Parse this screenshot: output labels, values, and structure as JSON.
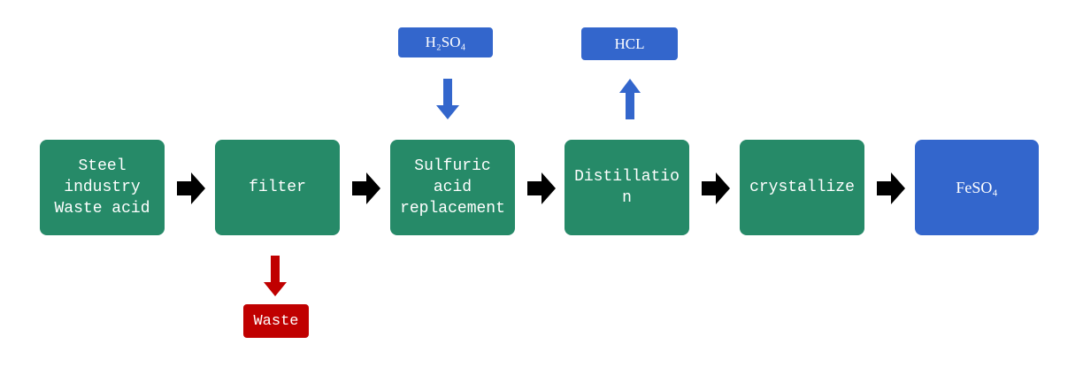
{
  "steps": [
    {
      "label": "Steel\nindustry\nWaste acid"
    },
    {
      "label": "filter"
    },
    {
      "label": "Sulfuric\nacid\nreplacement"
    },
    {
      "label": "Distillatio\nn"
    },
    {
      "label": "crystallize"
    }
  ],
  "product": {
    "label": "FeSO₄"
  },
  "inputs": {
    "sulfuric_acid": "H₂SO₄"
  },
  "outputs": {
    "hcl": "HCL",
    "waste": "Waste"
  },
  "colors": {
    "step_fill": "#268a68",
    "product_fill": "#3366cc",
    "input_output_tag_fill": "#3366cc",
    "waste_tag_fill": "#c00000",
    "flow_arrow": "#000000",
    "input_arrow": "#3366cc",
    "waste_arrow": "#c00000"
  }
}
